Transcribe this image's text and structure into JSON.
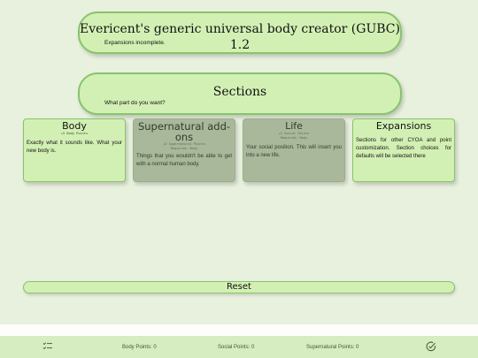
{
  "header": {
    "title": "Evericent's generic universal body creator (GUBC) 1.2",
    "subtitle": "Expansions incomplete."
  },
  "sections": {
    "title": "Sections",
    "prompt": "What part do you want?"
  },
  "cards": [
    {
      "title": "Body",
      "meta": [
        "+5 Body Points"
      ],
      "description": "Exactly what it sounds like. What your new body is.",
      "active": true
    },
    {
      "title": "Supernatural add-ons",
      "meta": [
        "+5 Supernatural Points",
        "Required: Body"
      ],
      "description": "Things that you wouldn't be able to get with a normal human body.",
      "active": false
    },
    {
      "title": "Life",
      "meta": [
        "+5 Social Points",
        "Required: Body"
      ],
      "description": "Your social position. This will insert you into a new life.",
      "active": false
    },
    {
      "title": "Expansions",
      "meta": [],
      "description": "Sections for other CYOA and point customization. Section choices for defaults will be selected there",
      "active": true
    }
  ],
  "reset_label": "Reset",
  "footer": {
    "body_points": "Body Points: 0",
    "social_points": "Social Points: 0",
    "supernatural_points": "Supernatural Points: 0",
    "left_icon": "checklist-icon",
    "right_icon": "check-circle-icon"
  }
}
